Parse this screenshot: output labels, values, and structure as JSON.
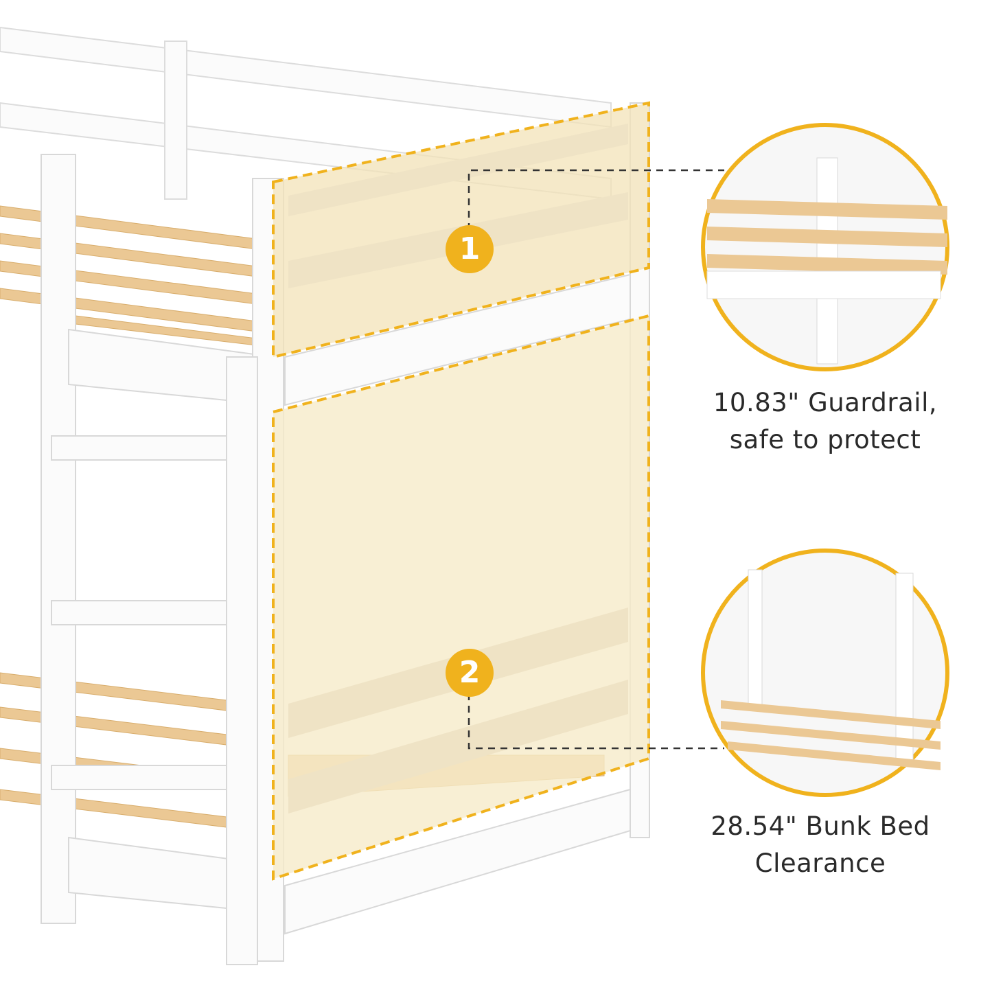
{
  "callouts": [
    {
      "number": "1",
      "line1": "10.83\" Guardrail,",
      "line2": "safe to protect"
    },
    {
      "number": "2",
      "line1": "28.54\" Bunk Bed",
      "line2": "Clearance"
    }
  ],
  "colors": {
    "accent": "#f0b21d",
    "highlight": "#f6e9c4",
    "frame": "#ffffff",
    "slat": "#e8c58e",
    "outline": "#d8d8d8"
  }
}
